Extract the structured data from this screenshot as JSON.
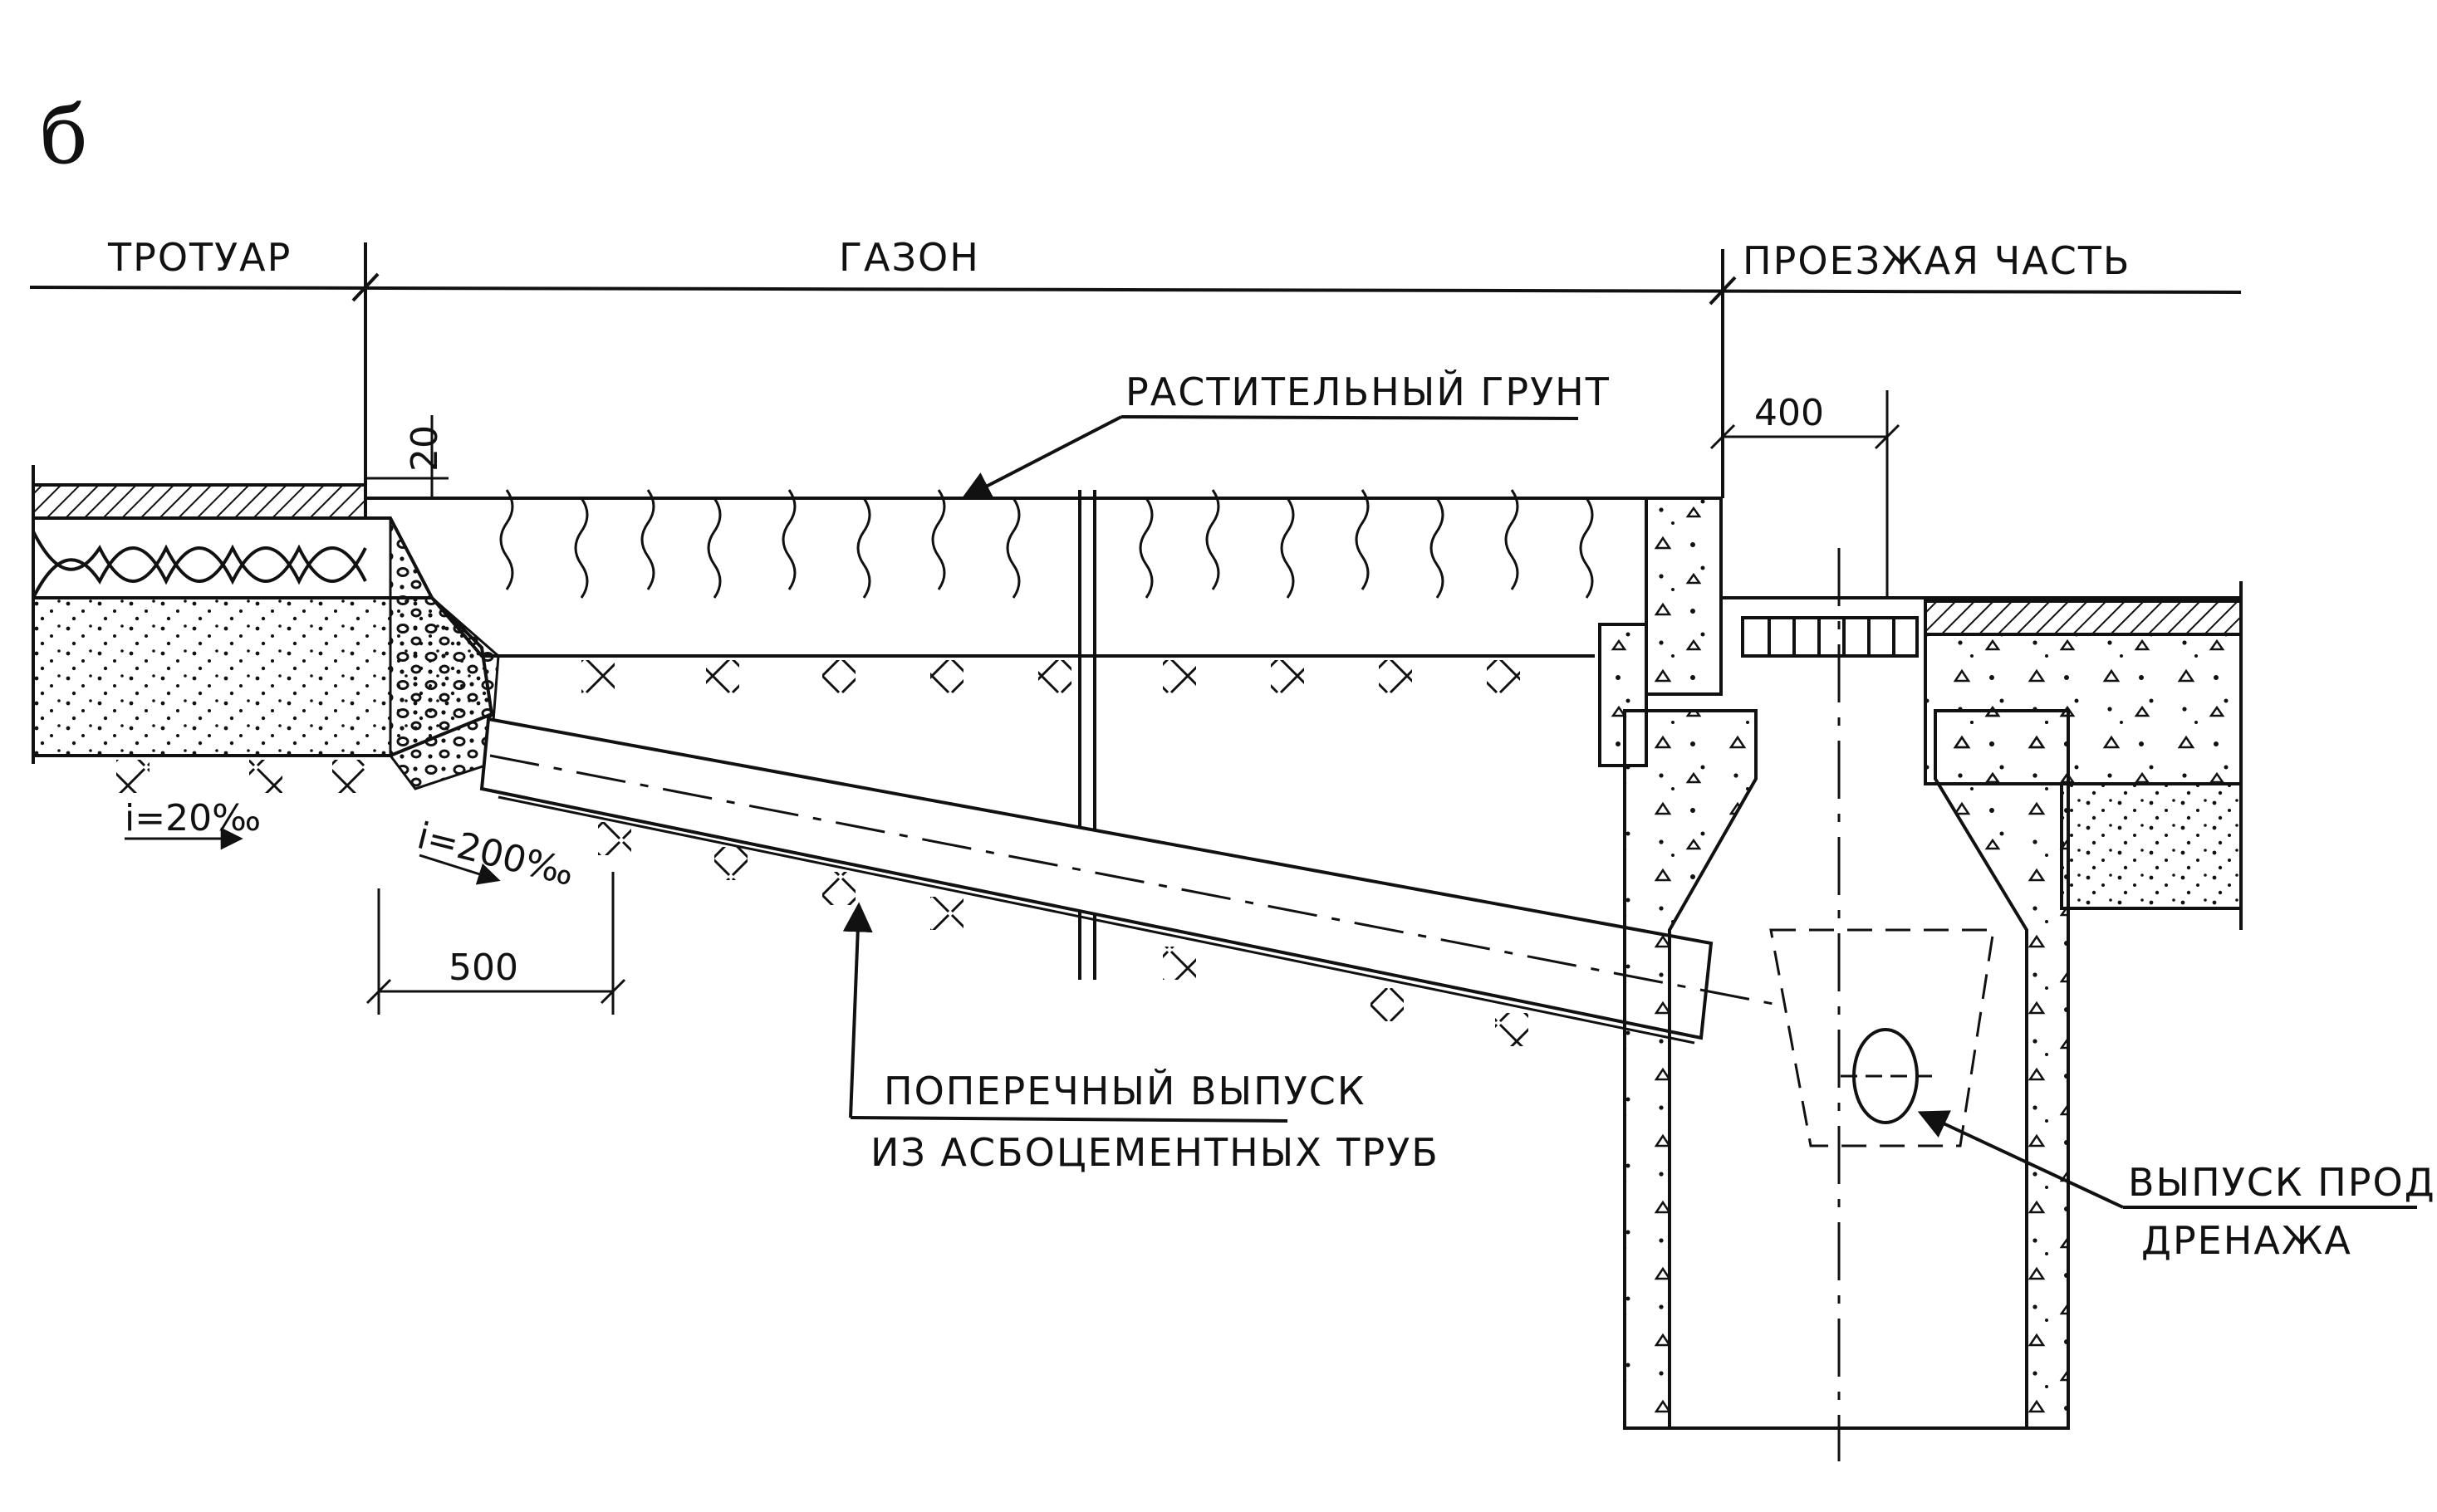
{
  "sheet_letter": "б",
  "zones": {
    "sidewalk": "ТРОТУАР",
    "lawn": "ГАЗОН",
    "roadway": "ПРОЕЗЖАЯ ЧАСТЬ"
  },
  "labels": {
    "topsoil": "РАСТИТЕЛЬНЫЙ  ГРУНТ",
    "transverse_outlet_line1": "ПОПЕРЕЧНЫЙ  ВЫПУСК",
    "transverse_outlet_line2": "ИЗ  АСБОЦЕМЕНТНЫХ  ТРУБ",
    "longitudinal_drain_line1": "ВЫПУСК  ПРОДОЛЬНОГО",
    "longitudinal_drain_line2": "ДРЕНАЖА"
  },
  "dimensions": {
    "topsoil_thickness": "20",
    "curb_offset": "400",
    "trench_offset": "500",
    "slope_left": "i=20‰",
    "slope_outlet": "i=200‰"
  },
  "colors": {
    "ink": "#111111",
    "paper": "#ffffff"
  }
}
